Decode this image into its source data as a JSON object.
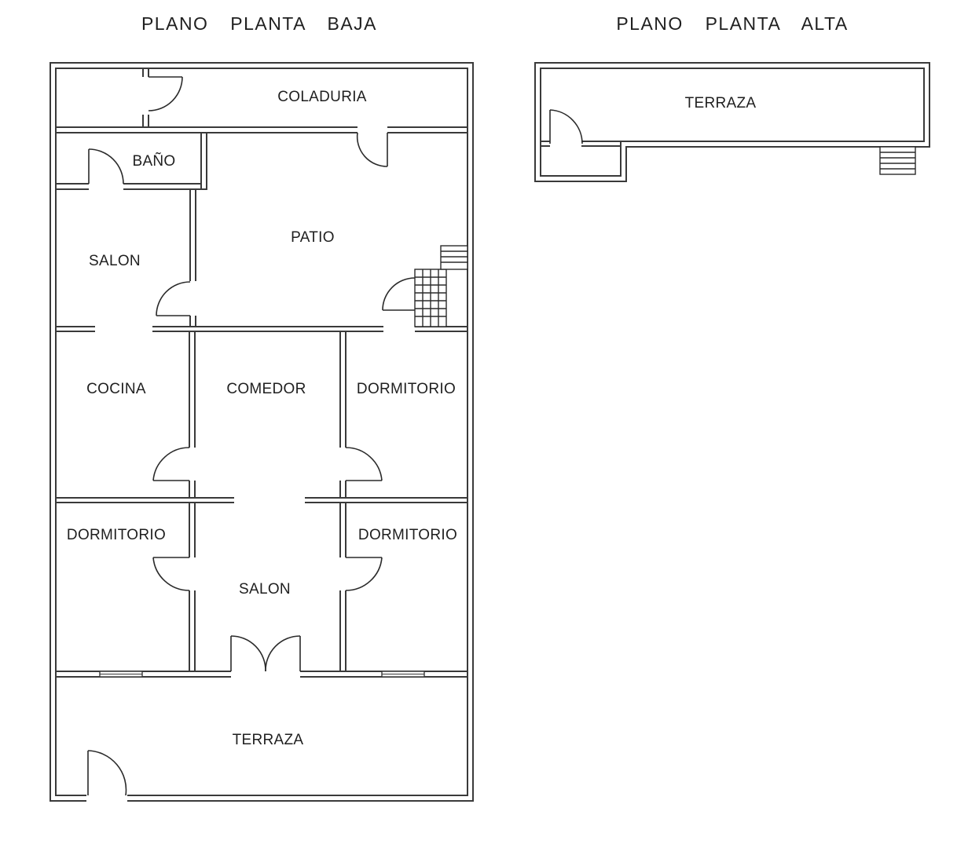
{
  "titles": {
    "ground_floor": "PLANO  PLANTA  BAJA",
    "upper_floor": "PLANO  PLANTA  ALTA"
  },
  "ground_floor_rooms": {
    "laundry": "COLADURIA",
    "bathroom": "BAÑO",
    "patio": "PATIO",
    "living_top": "SALON",
    "kitchen": "COCINA",
    "dining": "COMEDOR",
    "bedroom_right_top": "DORMITORIO",
    "bedroom_left": "DORMITORIO",
    "bedroom_right_bottom": "DORMITORIO",
    "living_main": "SALON",
    "terrace": "TERRAZA"
  },
  "upper_floor_rooms": {
    "terrace": "TERRAZA"
  }
}
